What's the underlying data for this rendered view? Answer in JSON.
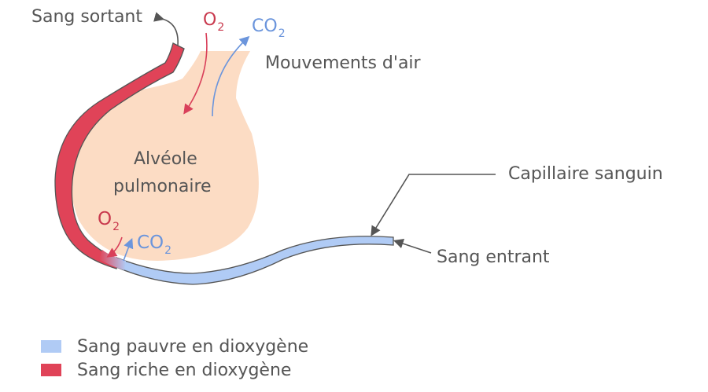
{
  "labels": {
    "blood_out": "Sang sortant",
    "air_movement": "Mouvements d'air",
    "alveolus_line1": "Alvéole",
    "alveolus_line2": "pulmonaire",
    "capillary": "Capillaire sanguin",
    "blood_in": "Sang entrant"
  },
  "gases": {
    "o2": "O",
    "o2_sub": "2",
    "co2": "CO",
    "co2_sub": "2"
  },
  "legend": {
    "poor": "Sang pauvre en dioxygène",
    "rich": "Sang riche en dioxygène"
  },
  "colors": {
    "oxygen_rich": "#e04358",
    "oxygen_poor": "#b0cbf5",
    "alveolus": "#fcdcc4",
    "o2_text": "#c93a4e",
    "co2_text": "#6b95dc"
  }
}
